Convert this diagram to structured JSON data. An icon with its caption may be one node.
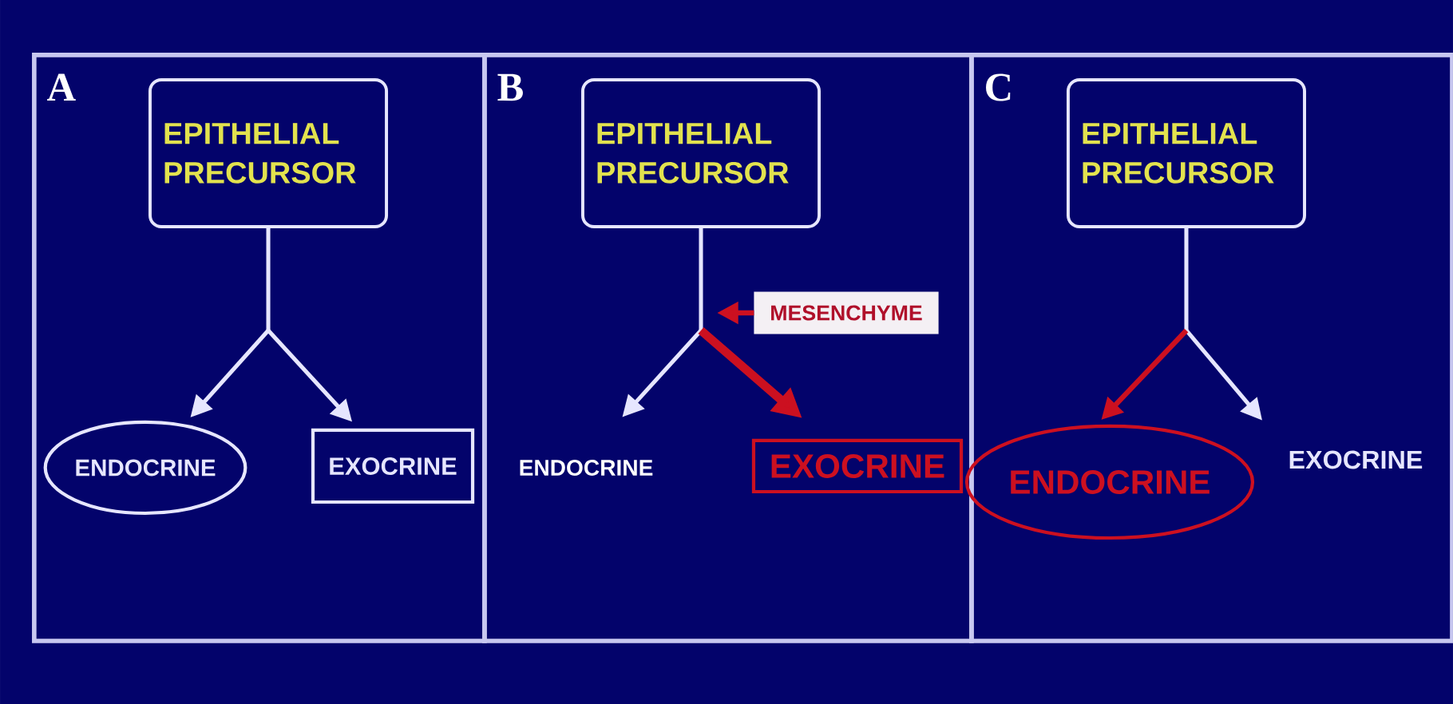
{
  "diagram": {
    "nodes": [
      {
        "text": [
          "A"
        ]
      },
      {
        "text": [
          "EPITHELIAL PRECURSOR"
        ],
        "in": 0
      },
      {
        "text": [
          "ENDOCRINE"
        ],
        "in": 0
      },
      {
        "text": [
          "EXOCRINE"
        ],
        "in": 0
      },
      {
        "text": [
          "B"
        ]
      },
      {
        "text": [
          "EPITHELIAL PRECURSOR"
        ],
        "in": 4
      },
      {
        "text": [
          "MESENCHYME"
        ],
        "in": 4
      },
      {
        "text": [
          "ENDOCRINE"
        ],
        "in": 4
      },
      {
        "text": [
          "EXOCRINE"
        ],
        "in": 4
      },
      {
        "text": [
          "C"
        ]
      },
      {
        "text": [
          "EPITHELIAL PRECURSOR"
        ],
        "in": 9
      },
      {
        "text": [
          "ENDOCRINE"
        ],
        "in": 9
      },
      {
        "text": [
          "EXOCRINE"
        ],
        "in": 9
      }
    ],
    "edges": [
      {
        "from": 1,
        "to": 2,
        "arrow": "to"
      },
      {
        "from": 1,
        "to": 3,
        "arrow": "to"
      },
      {
        "from": 5,
        "to": 7,
        "arrow": "to"
      },
      {
        "from": 5,
        "to": 8,
        "arrow": "to",
        "style": "thick",
        "color": "#cc1020"
      },
      {
        "from": 6,
        "to": null,
        "arrow": "to",
        "color": "#cc1020"
      },
      {
        "from": 10,
        "to": 11,
        "arrow": "to",
        "color": "#cc1020"
      },
      {
        "from": 10,
        "to": 12,
        "arrow": "to"
      }
    ]
  }
}
